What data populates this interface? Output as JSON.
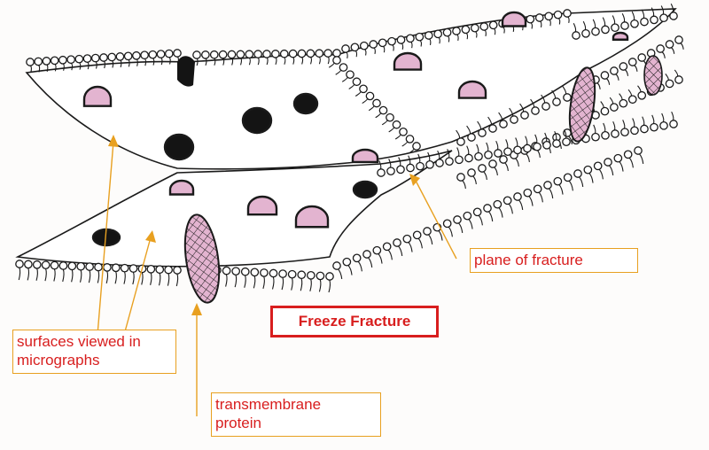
{
  "title": "Freeze Fracture",
  "labels": {
    "plane": "plane of fracture",
    "surfaces": "surfaces viewed in\nmicrographs",
    "protein": "transmembrane\nprotein"
  },
  "colors": {
    "ink": "#1a1a1a",
    "protein_pink": "#e3b4d0",
    "particle_dark": "#141414",
    "annotation": "#d81e1e",
    "leader": "#e8a020"
  }
}
